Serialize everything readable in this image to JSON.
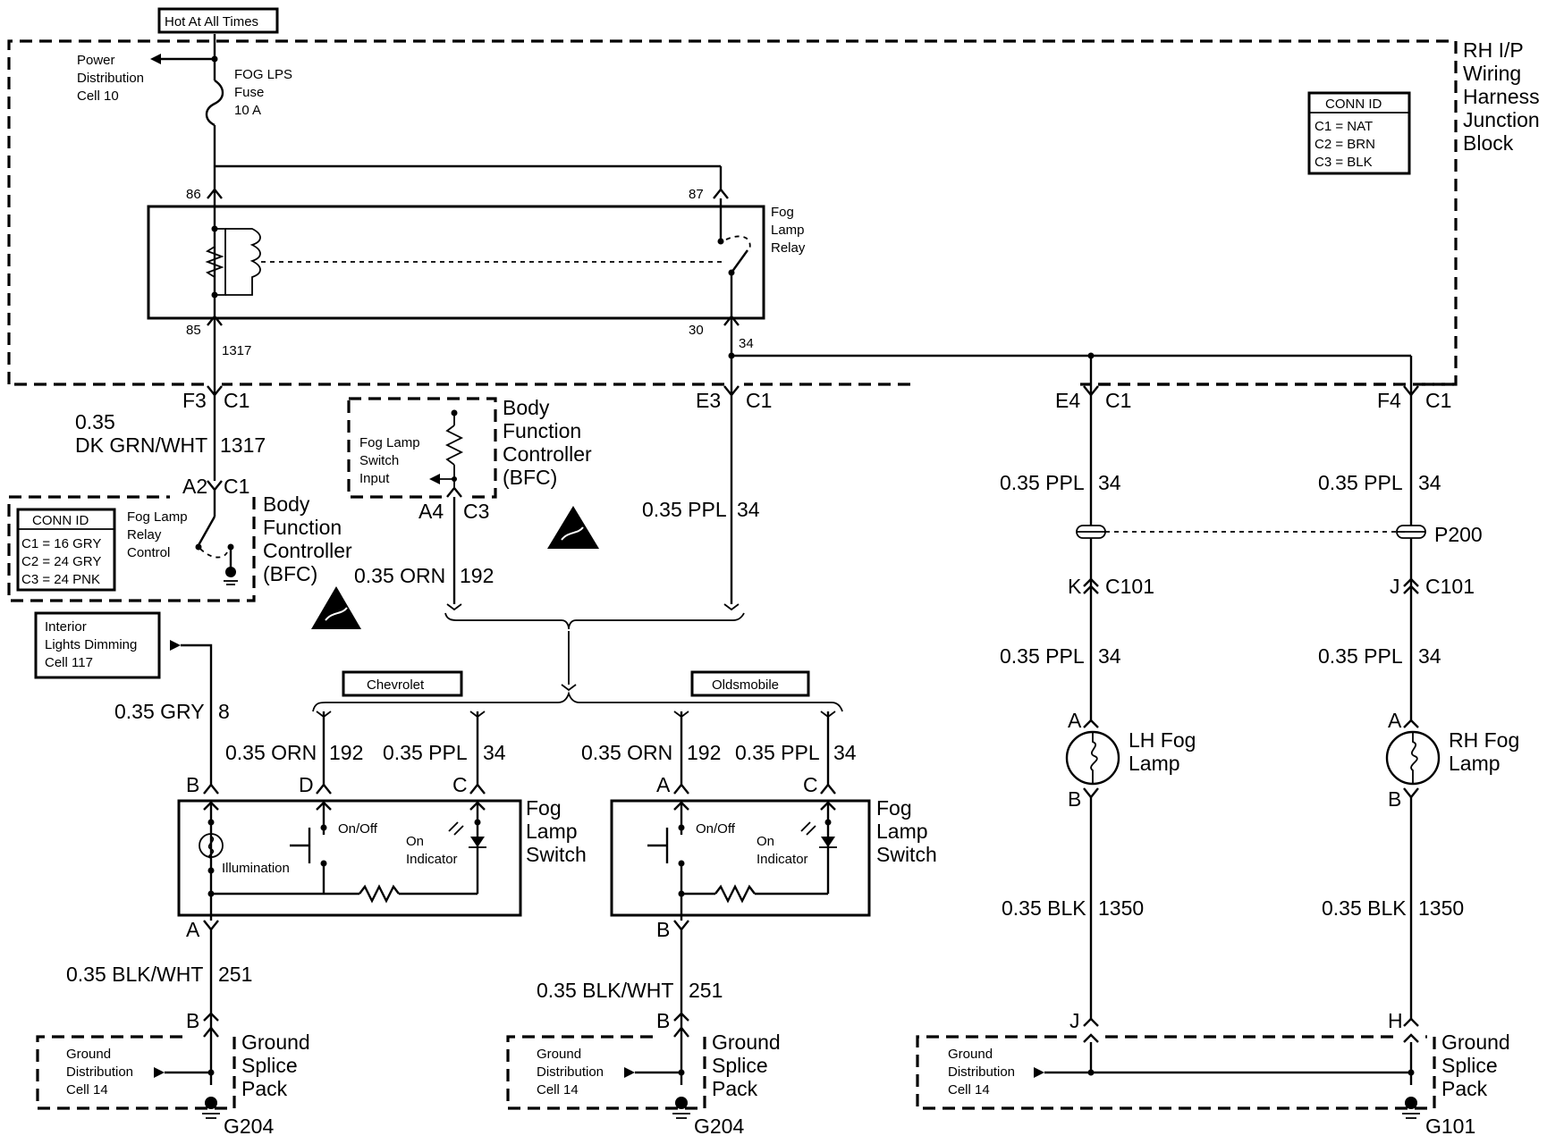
{
  "top_label": "Hot At All Times",
  "harness": {
    "name": [
      "RH I/P",
      "Wiring",
      "Harness",
      "Junction",
      "Block"
    ],
    "conn_title": "CONN ID",
    "conn": [
      "C1 = NAT",
      "C2 = BRN",
      "C3 = BLK"
    ]
  },
  "power": [
    "Power",
    "Distribution",
    "Cell 10"
  ],
  "fuse": [
    "FOG LPS",
    "Fuse",
    "10 A"
  ],
  "relay": {
    "name": [
      "Fog",
      "Lamp",
      "Relay"
    ],
    "pin86": "86",
    "pin87": "87",
    "pin85": "85",
    "pin30": "30",
    "circuit1317": "1317",
    "circuit34": "34"
  },
  "connectors": {
    "f3": "F3",
    "e3": "E3",
    "e4": "E4",
    "f4": "F4",
    "c1": "C1",
    "a2": "A2",
    "a4": "A4",
    "c3": "C3"
  },
  "wire_green": [
    "0.35",
    "DK GRN/WHT",
    "1317"
  ],
  "bfc_left": {
    "conn_title": "CONN ID",
    "conn": [
      "C1 = 16 GRY",
      "C2 = 24 GRY",
      "C3 = 24 PNK"
    ],
    "relay_ctrl": [
      "Fog Lamp",
      "Relay",
      "Control"
    ],
    "name": [
      "Body",
      "Function",
      "Controller",
      "(BFC)"
    ]
  },
  "bfc_mid": {
    "input": [
      "Fog Lamp",
      "Switch",
      "Input"
    ],
    "name": [
      "Body",
      "Function",
      "Controller",
      "(BFC)"
    ]
  },
  "wires": {
    "orn_192": "0.35 ORN",
    "orn_num": "192",
    "ppl": "0.35 PPL",
    "ppl_num": "34",
    "gry": "0.35 GRY",
    "gry_num": "8",
    "blkwht": "0.35 BLK/WHT",
    "blkwht_num": "251",
    "blk": "0.35 BLK",
    "blk_num": "1350"
  },
  "interior": [
    "Interior",
    "Lights Dimming",
    "Cell 117"
  ],
  "brand_chev": "Chevrolet",
  "brand_olds": "Oldsmobile",
  "switch": {
    "name": [
      "Fog",
      "Lamp",
      "Switch"
    ],
    "onoff": "On/Off",
    "on_ind": [
      "On",
      "Indicator"
    ],
    "illum": "Illumination",
    "pinA": "A",
    "pinB": "B",
    "pinC": "C",
    "pinD": "D"
  },
  "ground": {
    "dist": [
      "Ground",
      "Distribution",
      "Cell 14"
    ],
    "name": [
      "Ground",
      "Splice",
      "Pack"
    ],
    "g204": "G204",
    "g101": "G101"
  },
  "lamps": {
    "lh": [
      "LH Fog",
      "Lamp"
    ],
    "rh": [
      "RH Fog",
      "Lamp"
    ],
    "pinA": "A",
    "pinB": "B",
    "pinJ": "J",
    "pinH": "H",
    "pinK": "K"
  },
  "p200": "P200",
  "c101": "C101"
}
